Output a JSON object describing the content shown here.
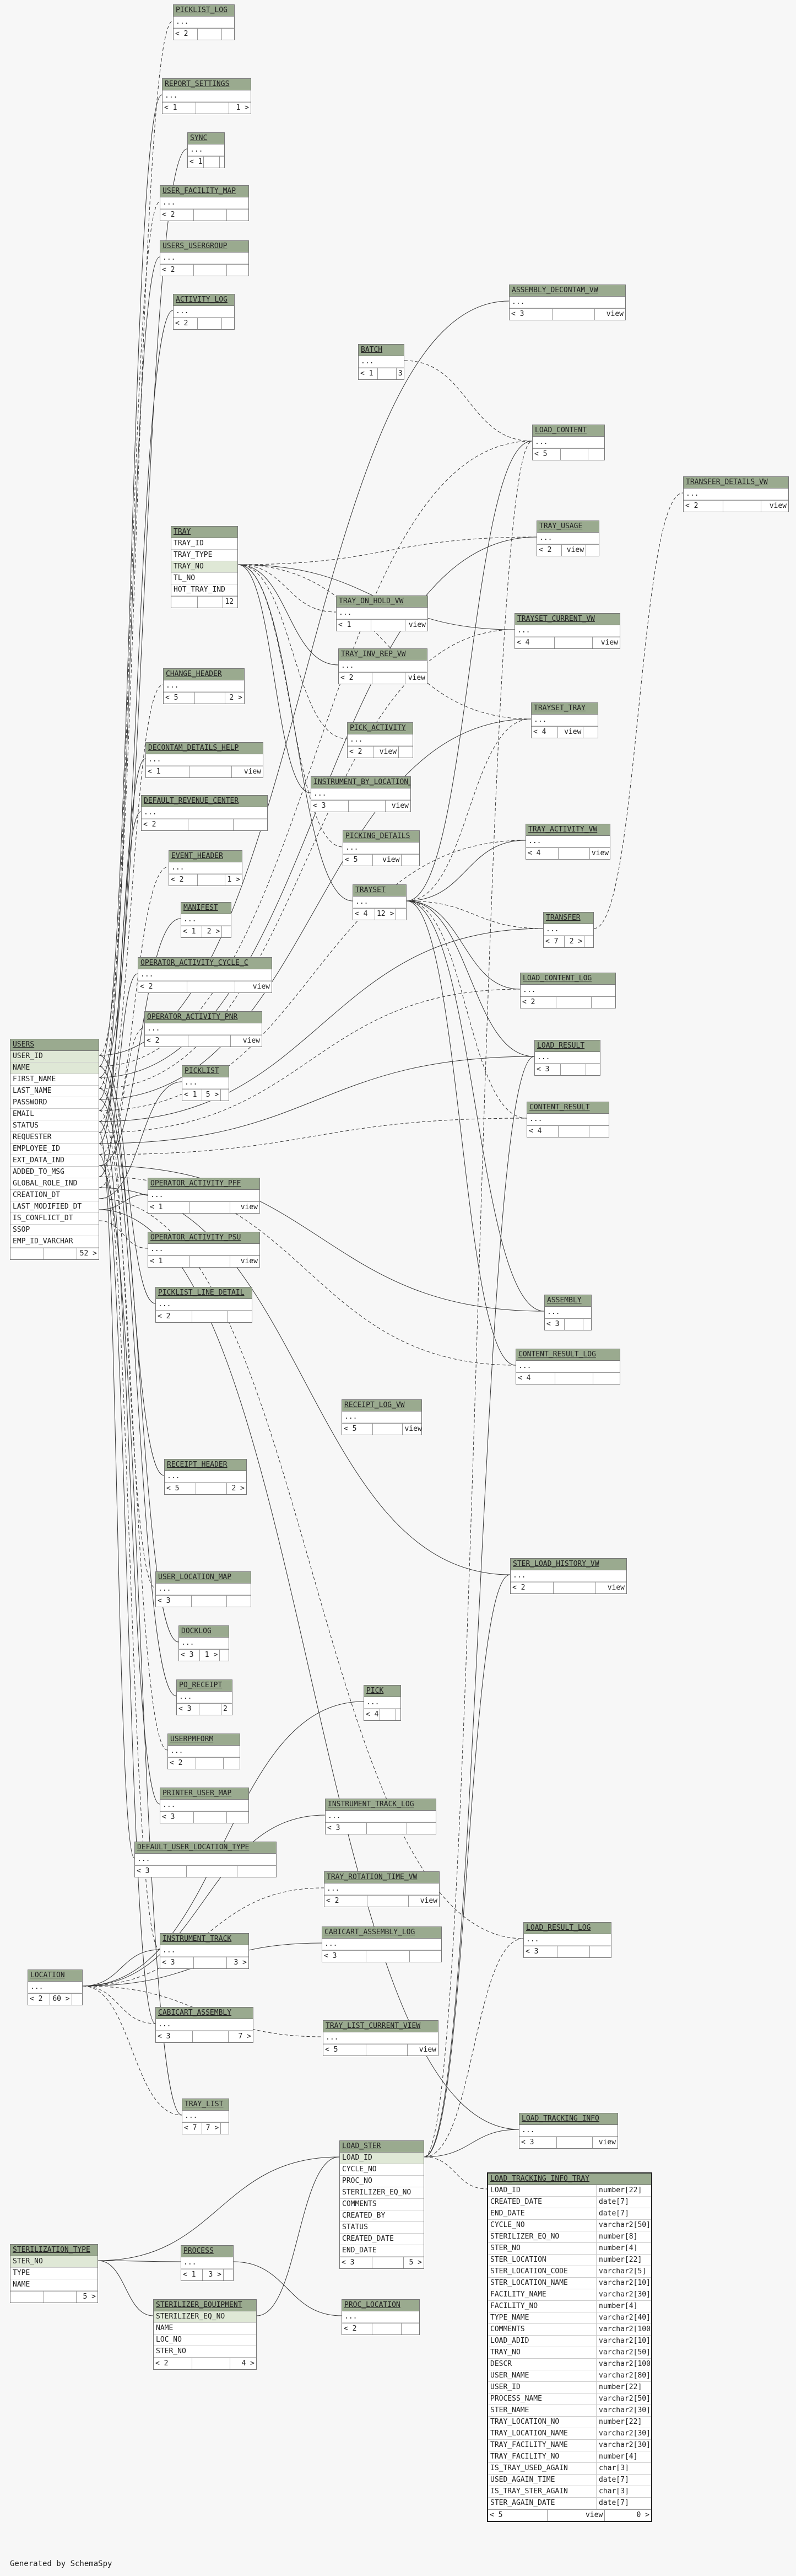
{
  "footer": "Generated by SchemaSpy",
  "tables": [
    {
      "id": "picklist-log",
      "name": "PICKLIST_LOG",
      "cols": [
        "..."
      ],
      "foot": [
        "< 2",
        "",
        ""
      ]
    },
    {
      "id": "report-settings",
      "name": "REPORT_SETTINGS",
      "cols": [
        "..."
      ],
      "foot": [
        "< 1",
        "",
        "1 >"
      ]
    },
    {
      "id": "sync",
      "name": "SYNC",
      "cols": [
        "..."
      ],
      "foot": [
        "< 1",
        "",
        ""
      ]
    },
    {
      "id": "user-facility-map",
      "name": "USER_FACILITY_MAP",
      "cols": [
        "..."
      ],
      "foot": [
        "< 2",
        "",
        ""
      ]
    },
    {
      "id": "users-usergroup",
      "name": "USERS_USERGROUP",
      "cols": [
        "..."
      ],
      "foot": [
        "< 2",
        "",
        ""
      ]
    },
    {
      "id": "activity-log",
      "name": "ACTIVITY_LOG",
      "cols": [
        "..."
      ],
      "foot": [
        "< 2",
        "",
        ""
      ]
    },
    {
      "id": "assembly-decontam-vw",
      "name": "ASSEMBLY_DECONTAM_VW",
      "cols": [
        "..."
      ],
      "foot": [
        "< 3",
        "",
        "view"
      ]
    },
    {
      "id": "batch",
      "name": "BATCH",
      "cols": [
        "..."
      ],
      "foot": [
        "< 1",
        "",
        "3 >"
      ]
    },
    {
      "id": "load-content",
      "name": "LOAD_CONTENT",
      "cols": [
        "..."
      ],
      "foot": [
        "< 5",
        "",
        ""
      ]
    },
    {
      "id": "transfer-details-vw",
      "name": "TRANSFER_DETAILS_VW",
      "cols": [
        "..."
      ],
      "foot": [
        "< 2",
        "",
        "view"
      ]
    },
    {
      "id": "tray",
      "name": "TRAY",
      "cols": [
        "TRAY_ID",
        "TRAY_TYPE",
        "TRAY_NO",
        "TL_NO",
        "HOT_TRAY_IND"
      ],
      "pk": [
        2
      ],
      "foot": [
        "",
        "",
        "12 >"
      ]
    },
    {
      "id": "tray-usage",
      "name": "TRAY_USAGE",
      "cols": [
        "..."
      ],
      "foot": [
        "< 2",
        "view",
        ""
      ]
    },
    {
      "id": "tray-on-hold-vw",
      "name": "TRAY_ON_HOLD_VW",
      "cols": [
        "..."
      ],
      "foot": [
        "< 1",
        "",
        "view"
      ]
    },
    {
      "id": "trayset-current-vw",
      "name": "TRAYSET_CURRENT_VW",
      "cols": [
        "..."
      ],
      "foot": [
        "< 4",
        "",
        "view"
      ]
    },
    {
      "id": "tray-inv-rep-vw",
      "name": "TRAY_INV_REP_VW",
      "cols": [
        "..."
      ],
      "foot": [
        "< 2",
        "",
        "view"
      ]
    },
    {
      "id": "change-header",
      "name": "CHANGE_HEADER",
      "cols": [
        "..."
      ],
      "foot": [
        "< 5",
        "",
        "2 >"
      ]
    },
    {
      "id": "trayset-tray",
      "name": "TRAYSET_TRAY",
      "cols": [
        "..."
      ],
      "foot": [
        "< 4",
        "view",
        ""
      ]
    },
    {
      "id": "pick-activity",
      "name": "PICK_ACTIVITY",
      "cols": [
        "..."
      ],
      "foot": [
        "< 2",
        "view",
        ""
      ]
    },
    {
      "id": "decontam-details-help",
      "name": "DECONTAM_DETAILS_HELP",
      "cols": [
        "..."
      ],
      "foot": [
        "< 1",
        "",
        "view"
      ]
    },
    {
      "id": "instrument-by-location-view",
      "name": "INSTRUMENT_BY_LOCATION_VIEW",
      "cols": [
        "..."
      ],
      "foot": [
        "< 3",
        "",
        "view"
      ]
    },
    {
      "id": "default-revenue-center",
      "name": "DEFAULT_REVENUE_CENTER",
      "cols": [
        "..."
      ],
      "foot": [
        "< 2",
        "",
        ""
      ]
    },
    {
      "id": "tray-activity-vw",
      "name": "TRAY_ACTIVITY_VW",
      "cols": [
        "..."
      ],
      "foot": [
        "< 4",
        "",
        "view"
      ]
    },
    {
      "id": "picking-details",
      "name": "PICKING_DETAILS",
      "cols": [
        "..."
      ],
      "foot": [
        "< 5",
        "view",
        ""
      ]
    },
    {
      "id": "event-header",
      "name": "EVENT_HEADER",
      "cols": [
        "..."
      ],
      "foot": [
        "< 2",
        "",
        "1 >"
      ]
    },
    {
      "id": "trayset",
      "name": "TRAYSET",
      "cols": [
        "..."
      ],
      "foot": [
        "< 4",
        "12 >",
        ""
      ]
    },
    {
      "id": "manifest",
      "name": "MANIFEST",
      "cols": [
        "..."
      ],
      "foot": [
        "< 1",
        "2 >",
        ""
      ]
    },
    {
      "id": "transfer",
      "name": "TRANSFER",
      "cols": [
        "..."
      ],
      "foot": [
        "< 7",
        "2 >",
        ""
      ]
    },
    {
      "id": "operator-activity-cycle-c",
      "name": "OPERATOR_ACTIVITY_CYCLE_C",
      "cols": [
        "..."
      ],
      "foot": [
        "< 2",
        "",
        "view"
      ]
    },
    {
      "id": "load-content-log",
      "name": "LOAD_CONTENT_LOG",
      "cols": [
        "..."
      ],
      "foot": [
        "< 2",
        "",
        ""
      ]
    },
    {
      "id": "operator-activity-pnr",
      "name": "OPERATOR_ACTIVITY_PNR",
      "cols": [
        "..."
      ],
      "foot": [
        "< 2",
        "",
        "view"
      ]
    },
    {
      "id": "load-result",
      "name": "LOAD_RESULT",
      "cols": [
        "..."
      ],
      "foot": [
        "< 3",
        "",
        ""
      ]
    },
    {
      "id": "users",
      "name": "USERS",
      "cols": [
        "USER_ID",
        "NAME",
        "FIRST_NAME",
        "LAST_NAME",
        "PASSWORD",
        "EMAIL",
        "STATUS",
        "REQUESTER",
        "EMPLOYEE_ID",
        "EXT_DATA_IND",
        "ADDED_TO_MSG",
        "GLOBAL_ROLE_IND",
        "CREATION_DT",
        "LAST_MODIFIED_DT",
        "IS_CONFLICT_DT",
        "SSOP",
        "EMP_ID_VARCHAR"
      ],
      "pk": [
        0,
        1
      ],
      "foot": [
        "",
        "",
        "52 >"
      ]
    },
    {
      "id": "picklist",
      "name": "PICKLIST",
      "cols": [
        "..."
      ],
      "foot": [
        "< 1",
        "5 >",
        ""
      ]
    },
    {
      "id": "content-result",
      "name": "CONTENT_RESULT",
      "cols": [
        "..."
      ],
      "foot": [
        "< 4",
        "",
        ""
      ]
    },
    {
      "id": "operator-activity-pff",
      "name": "OPERATOR_ACTIVITY_PFF",
      "cols": [
        "..."
      ],
      "foot": [
        "< 1",
        "",
        "view"
      ]
    },
    {
      "id": "operator-activity-psu",
      "name": "OPERATOR_ACTIVITY_PSU",
      "cols": [
        "..."
      ],
      "foot": [
        "< 1",
        "",
        "view"
      ]
    },
    {
      "id": "picklist-line-detail",
      "name": "PICKLIST_LINE_DETAIL",
      "cols": [
        "..."
      ],
      "foot": [
        "< 2",
        "",
        ""
      ]
    },
    {
      "id": "assembly",
      "name": "ASSEMBLY",
      "cols": [
        "..."
      ],
      "foot": [
        "< 3",
        "",
        ""
      ]
    },
    {
      "id": "content-result-log",
      "name": "CONTENT_RESULT_LOG",
      "cols": [
        "..."
      ],
      "foot": [
        "< 4",
        "",
        ""
      ]
    },
    {
      "id": "receipt-log-vw",
      "name": "RECEIPT_LOG_VW",
      "cols": [
        "..."
      ],
      "foot": [
        "< 5",
        "",
        "view"
      ]
    },
    {
      "id": "receipt-header",
      "name": "RECEIPT_HEADER",
      "cols": [
        "..."
      ],
      "foot": [
        "< 5",
        "",
        "2 >"
      ]
    },
    {
      "id": "ster-load-history-vw",
      "name": "STER_LOAD_HISTORY_VW",
      "cols": [
        "..."
      ],
      "foot": [
        "< 2",
        "",
        "view"
      ]
    },
    {
      "id": "user-location-map",
      "name": "USER_LOCATION_MAP",
      "cols": [
        "..."
      ],
      "foot": [
        "< 3",
        "",
        ""
      ]
    },
    {
      "id": "dockog",
      "name": "DOCKLOG",
      "cols": [
        "..."
      ],
      "foot": [
        "< 3",
        "1 >",
        ""
      ]
    },
    {
      "id": "po-receipt",
      "name": "PO_RECEIPT",
      "cols": [
        "..."
      ],
      "foot": [
        "< 3",
        "",
        "2 >"
      ]
    },
    {
      "id": "pick",
      "name": "PICK",
      "cols": [
        "..."
      ],
      "foot": [
        "< 4",
        "",
        ""
      ]
    },
    {
      "id": "userpmform",
      "name": "USERPMFORM",
      "cols": [
        "..."
      ],
      "foot": [
        "< 2",
        "",
        ""
      ]
    },
    {
      "id": "printer-user-map",
      "name": "PRINTER_USER_MAP",
      "cols": [
        "..."
      ],
      "foot": [
        "< 3",
        "",
        ""
      ]
    },
    {
      "id": "instrument-track-log",
      "name": "INSTRUMENT_TRACK_LOG",
      "cols": [
        "..."
      ],
      "foot": [
        "< 3",
        "",
        ""
      ]
    },
    {
      "id": "default-user-location-type",
      "name": "DEFAULT_USER_LOCATION_TYPE",
      "cols": [
        "..."
      ],
      "foot": [
        "< 3",
        "",
        ""
      ]
    },
    {
      "id": "tray-rotation-time-vw",
      "name": "TRAY_ROTATION_TIME_VW",
      "cols": [
        "..."
      ],
      "foot": [
        "< 2",
        "",
        "view"
      ]
    },
    {
      "id": "instrument-track",
      "name": "INSTRUMENT_TRACK",
      "cols": [
        "..."
      ],
      "foot": [
        "< 3",
        "",
        "3 >"
      ]
    },
    {
      "id": "cabicart-assembly-log",
      "name": "CABICART_ASSEMBLY_LOG",
      "cols": [
        "..."
      ],
      "foot": [
        "< 3",
        "",
        ""
      ]
    },
    {
      "id": "load-result-log",
      "name": "LOAD_RESULT_LOG",
      "cols": [
        "..."
      ],
      "foot": [
        "< 3",
        "",
        ""
      ]
    },
    {
      "id": "location",
      "name": "LOCATION",
      "cols": [
        "..."
      ],
      "foot": [
        "< 2",
        "60 >",
        ""
      ]
    },
    {
      "id": "cabicart-assembly",
      "name": "CABICART_ASSEMBLY",
      "cols": [
        "..."
      ],
      "foot": [
        "< 3",
        "",
        "7 >"
      ]
    },
    {
      "id": "tray-list-current-view",
      "name": "TRAY_LIST_CURRENT_VIEW",
      "cols": [
        "..."
      ],
      "foot": [
        "< 5",
        "",
        "view"
      ]
    },
    {
      "id": "tray-list",
      "name": "TRAY_LIST",
      "cols": [
        "..."
      ],
      "foot": [
        "< 7",
        "7 >",
        ""
      ]
    },
    {
      "id": "load-tracking-info",
      "name": "LOAD_TRACKING_INFO",
      "cols": [
        "..."
      ],
      "foot": [
        "< 3",
        "",
        "view"
      ]
    },
    {
      "id": "load-ster",
      "name": "LOAD_STER",
      "cols": [
        "LOAD_ID",
        "CYCLE_NO",
        "PROC_NO",
        "STERILIZER_EQ_NO",
        "COMMENTS",
        "CREATED_BY",
        "STATUS",
        "CREATED_DATE",
        "END_DATE"
      ],
      "pk": [
        0
      ],
      "foot": [
        "< 3",
        "",
        "5 >"
      ]
    },
    {
      "id": "sterilization-type",
      "name": "STERILIZATION_TYPE",
      "cols": [
        "STER_NO",
        "TYPE",
        "NAME"
      ],
      "pk": [
        0
      ],
      "foot": [
        "",
        "",
        "5 >"
      ]
    },
    {
      "id": "process",
      "name": "PROCESS",
      "cols": [
        "..."
      ],
      "foot": [
        "< 1",
        "3 >",
        ""
      ]
    },
    {
      "id": "proc-location",
      "name": "PROC_LOCATION",
      "cols": [
        "..."
      ],
      "foot": [
        "< 2",
        "",
        ""
      ]
    },
    {
      "id": "sterilizer-equipment",
      "name": "STERILIZER_EQUIPMENT",
      "cols": [
        "STERILIZER_EQ_NO",
        "NAME",
        "LOC_NO",
        "STER_NO"
      ],
      "pk": [
        0
      ],
      "foot": [
        "< 2",
        "",
        "4 >"
      ]
    }
  ],
  "detail": {
    "name": "LOAD_TRACKING_INFO_TRAY",
    "rows": [
      [
        "LOAD_ID",
        "number[22]"
      ],
      [
        "CREATED_DATE",
        "date[7]"
      ],
      [
        "END_DATE",
        "date[7]"
      ],
      [
        "CYCLE_NO",
        "varchar2[50]"
      ],
      [
        "STERILIZER_EQ_NO",
        "number[8]"
      ],
      [
        "STER_NO",
        "number[4]"
      ],
      [
        "STER_LOCATION",
        "number[22]"
      ],
      [
        "STER_LOCATION_CODE",
        "varchar2[5]"
      ],
      [
        "STER_LOCATION_NAME",
        "varchar2[10]"
      ],
      [
        "FACILITY_NAME",
        "varchar2[30]"
      ],
      [
        "FACILITY_NO",
        "number[4]"
      ],
      [
        "TYPE_NAME",
        "varchar2[40]"
      ],
      [
        "COMMENTS",
        "varchar2[100]"
      ],
      [
        "LOAD_ADID",
        "varchar2[10]"
      ],
      [
        "TRAY_NO",
        "varchar2[50]"
      ],
      [
        "DESCR",
        "varchar2[100]"
      ],
      [
        "USER_NAME",
        "varchar2[80]"
      ],
      [
        "USER_ID",
        "number[22]"
      ],
      [
        "PROCESS_NAME",
        "varchar2[50]"
      ],
      [
        "STER_NAME",
        "varchar2[30]"
      ],
      [
        "TRAY_LOCATION_NO",
        "number[22]"
      ],
      [
        "TRAY_LOCATION_NAME",
        "varchar2[30]"
      ],
      [
        "TRAY_FACILITY_NAME",
        "varchar2[30]"
      ],
      [
        "TRAY_FACILITY_NO",
        "number[4]"
      ],
      [
        "IS_TRAY_USED_AGAIN",
        "char[3]"
      ],
      [
        "USED_AGAIN_TIME",
        "date[7]"
      ],
      [
        "IS_TRAY_STER_AGAIN",
        "char[3]"
      ],
      [
        "STER_AGAIN_DATE",
        "date[7]"
      ]
    ],
    "foot": [
      "< 5",
      "view",
      "0 >"
    ]
  }
}
